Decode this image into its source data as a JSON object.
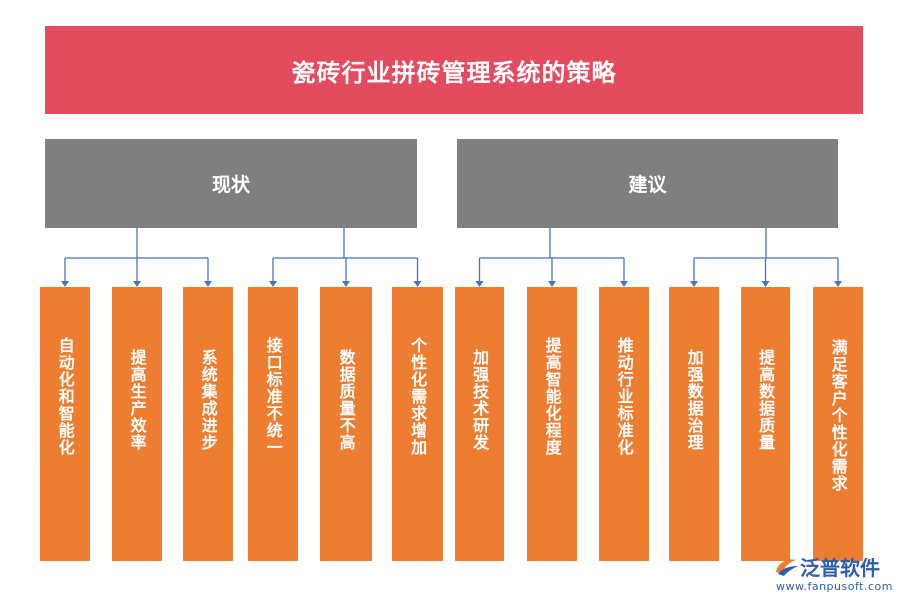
{
  "title": "瓷砖行业拼砖管理系统的策略",
  "colors": {
    "title_bg": "#E54B5E",
    "group_bg": "#7F7F7F",
    "leaf_bg": "#ED7D31",
    "connector": "#4472C4",
    "watermark": "#2E5FA8"
  },
  "groups": [
    {
      "label": "现状",
      "items": [
        "自动化和智能化",
        "提高生产效率",
        "系统集成进步",
        "接口标准不统一",
        "数据质量不高",
        "个性化需求增加"
      ]
    },
    {
      "label": "建议",
      "items": [
        "加强技术研发",
        "提高智能化程度",
        "推动行业标准化",
        "加强数据治理",
        "提高数据质量",
        "满足客户个性化需求"
      ]
    }
  ],
  "watermark": {
    "name": "泛普软件",
    "url": "www.fanpusoft.com",
    "logo_icon": "fanpu-logo-icon"
  }
}
